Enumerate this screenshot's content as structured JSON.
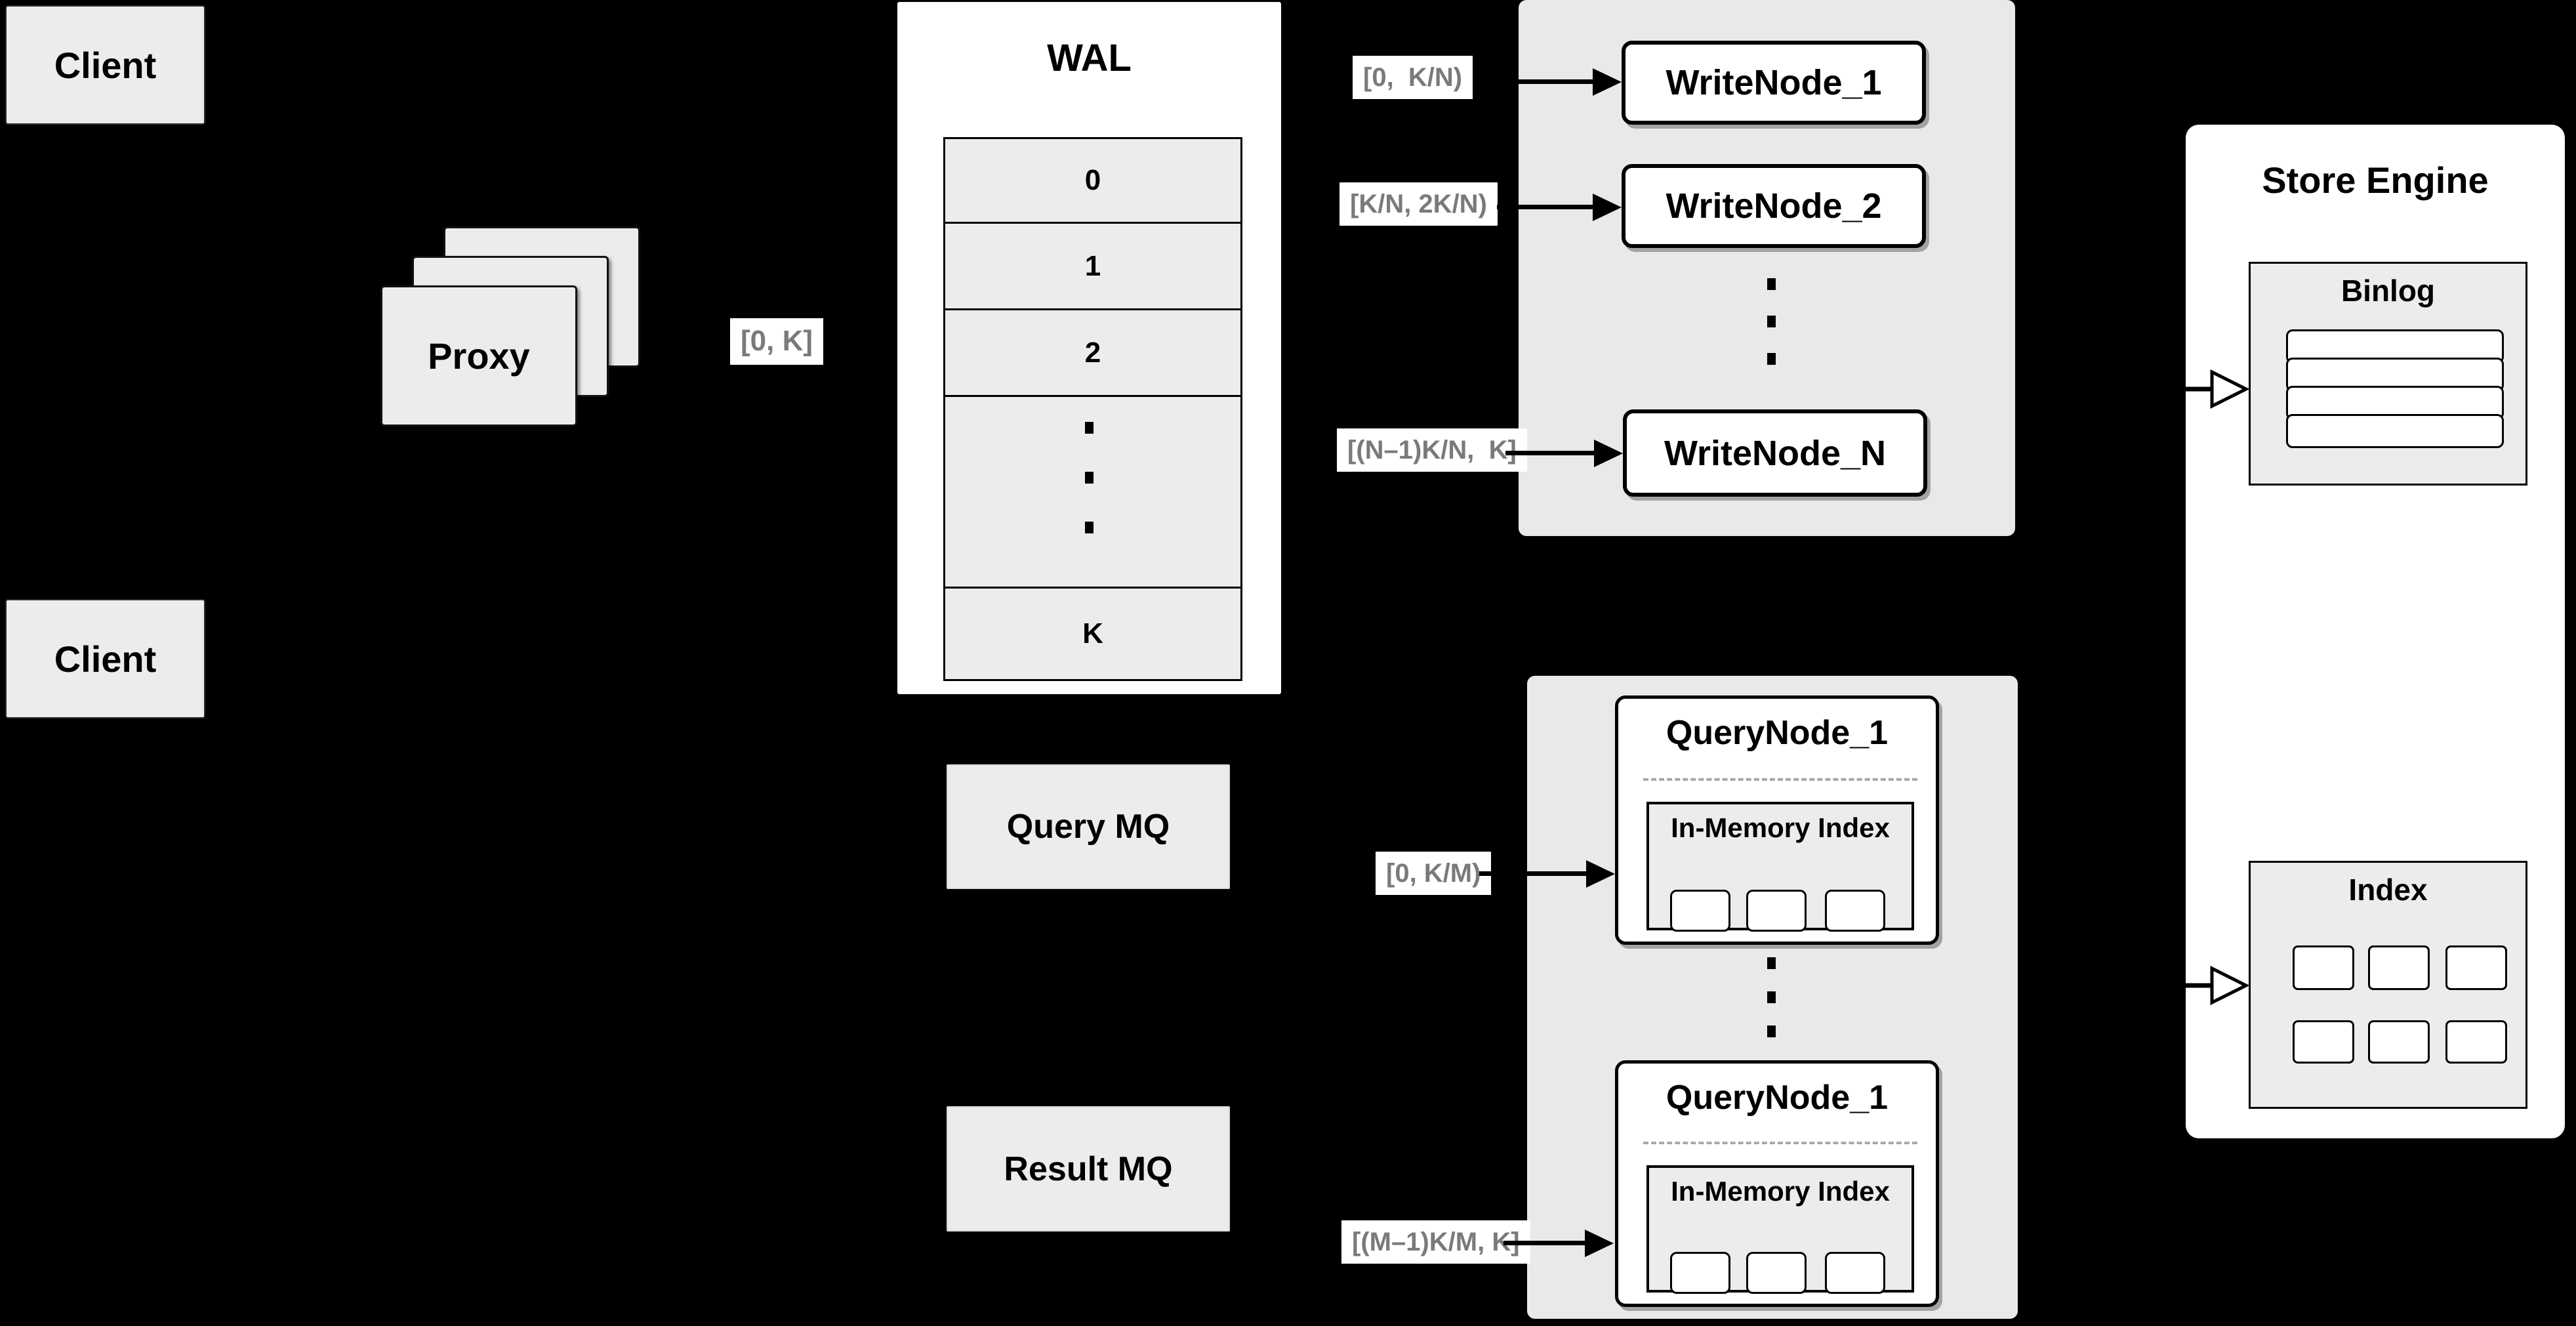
{
  "colors": {
    "background": "#000000",
    "box_fill": "#ececec",
    "container_fill": "#e9e9e9",
    "node_fill": "#ffffff",
    "border": "#000000",
    "range_text": "#7a7a7a"
  },
  "clients": {
    "top_label": "Client",
    "bottom_label": "Client"
  },
  "proxy": {
    "label": "Proxy",
    "range_out": "[0, K]"
  },
  "wal": {
    "title": "WAL",
    "segments": [
      "0",
      "1",
      "2"
    ],
    "last_segment": "K"
  },
  "write_section": {
    "ranges": {
      "node_1": "[0,  K/N)",
      "node_2": "[K/N, 2K/N)",
      "node_n": "[(N–1)K/N,  K]"
    },
    "nodes": {
      "node_1": "WriteNode_1",
      "node_2": "WriteNode_2",
      "node_n": "WriteNode_N"
    }
  },
  "query_section": {
    "ranges": {
      "node_first": "[0, K/M)",
      "node_last": "[(M–1)K/M, K]"
    },
    "nodes": {
      "top": {
        "title": "QueryNode_1",
        "inner_title": "In-Memory Index"
      },
      "bottom": {
        "title": "QueryNode_1",
        "inner_title": "In-Memory Index"
      }
    }
  },
  "mq": {
    "query_label": "Query MQ",
    "result_label": "Result MQ"
  },
  "store_engine": {
    "title": "Store Engine",
    "binlog_title": "Binlog",
    "index_title": "Index"
  }
}
